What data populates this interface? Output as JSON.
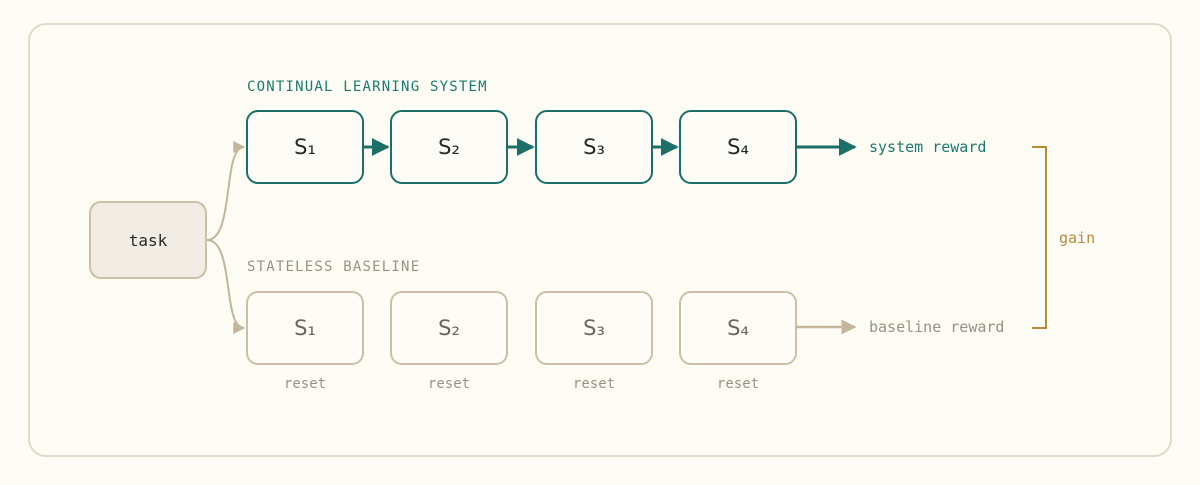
{
  "system": {
    "title": "CONTINUAL LEARNING SYSTEM",
    "steps": [
      "S₁",
      "S₂",
      "S₃",
      "S₄"
    ],
    "reward": "system reward"
  },
  "baseline": {
    "title": "STATELESS BASELINE",
    "steps": [
      "S₁",
      "S₂",
      "S₃",
      "S₄"
    ],
    "reset_label": "reset",
    "reward": "baseline reward"
  },
  "task": "task",
  "gain": "gain",
  "colors": {
    "system": "#1b6f66",
    "baseline": "#cdbfa6",
    "gain": "#b88a3a",
    "task_fill": "#f2ede4"
  }
}
